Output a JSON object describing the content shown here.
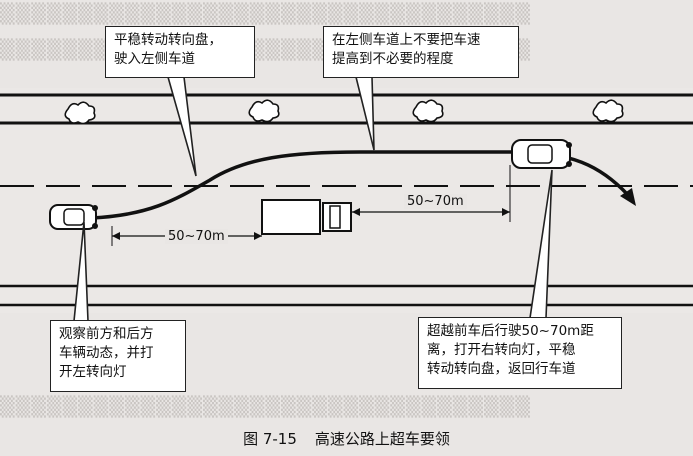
{
  "callouts": {
    "top_left": "平稳转动转向盘，\n驶入左侧车道",
    "top_right": "在左侧车道上不要把车速\n提高到不必要的程度",
    "bottom_left": "观察前方和后方\n车辆动态，并打\n开左转向灯",
    "bottom_right": "超越前车后行驶50~70m距\n离，打开右转向灯，平稳\n转动转向盘，返回行车道"
  },
  "distances": {
    "before_truck": "50~70m",
    "after_truck": "50~70m"
  },
  "caption": {
    "number": "图 7-15",
    "title": "高速公路上超车要领"
  }
}
